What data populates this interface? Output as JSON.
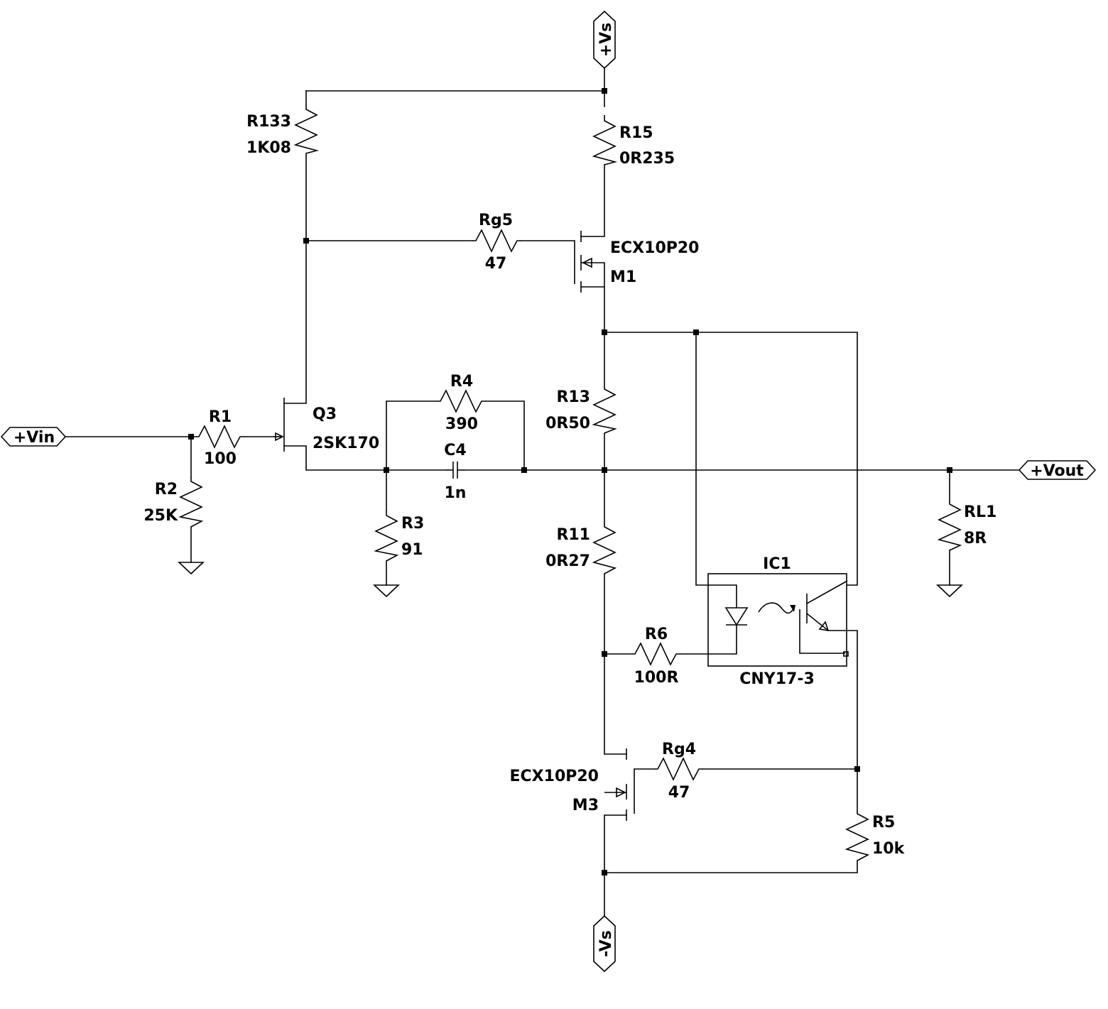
{
  "ports": {
    "vs_pos": "+Vs",
    "vs_neg": "-Vs",
    "vin": "+Vin",
    "vout": "+Vout"
  },
  "components": {
    "R133": {
      "ref": "R133",
      "value": "1K08"
    },
    "R15": {
      "ref": "R15",
      "value": "0R235"
    },
    "Rg5": {
      "ref": "Rg5",
      "value": "47"
    },
    "M1": {
      "ref": "M1",
      "value": "ECX10P20"
    },
    "R13": {
      "ref": "R13",
      "value": "0R50"
    },
    "R4": {
      "ref": "R4",
      "value": "390"
    },
    "C4": {
      "ref": "C4",
      "value": "1n"
    },
    "Q3": {
      "ref": "Q3",
      "value": "2SK170"
    },
    "R1": {
      "ref": "R1",
      "value": "100"
    },
    "R2": {
      "ref": "R2",
      "value": "25K"
    },
    "R3": {
      "ref": "R3",
      "value": "91"
    },
    "R11": {
      "ref": "R11",
      "value": "0R27"
    },
    "IC1": {
      "ref": "IC1",
      "value": "CNY17-3"
    },
    "R6": {
      "ref": "R6",
      "value": "100R"
    },
    "RL1": {
      "ref": "RL1",
      "value": "8R"
    },
    "Rg4": {
      "ref": "Rg4",
      "value": "47"
    },
    "M3": {
      "ref": "M3",
      "value": "ECX10P20"
    },
    "R5": {
      "ref": "R5",
      "value": "10k"
    }
  }
}
